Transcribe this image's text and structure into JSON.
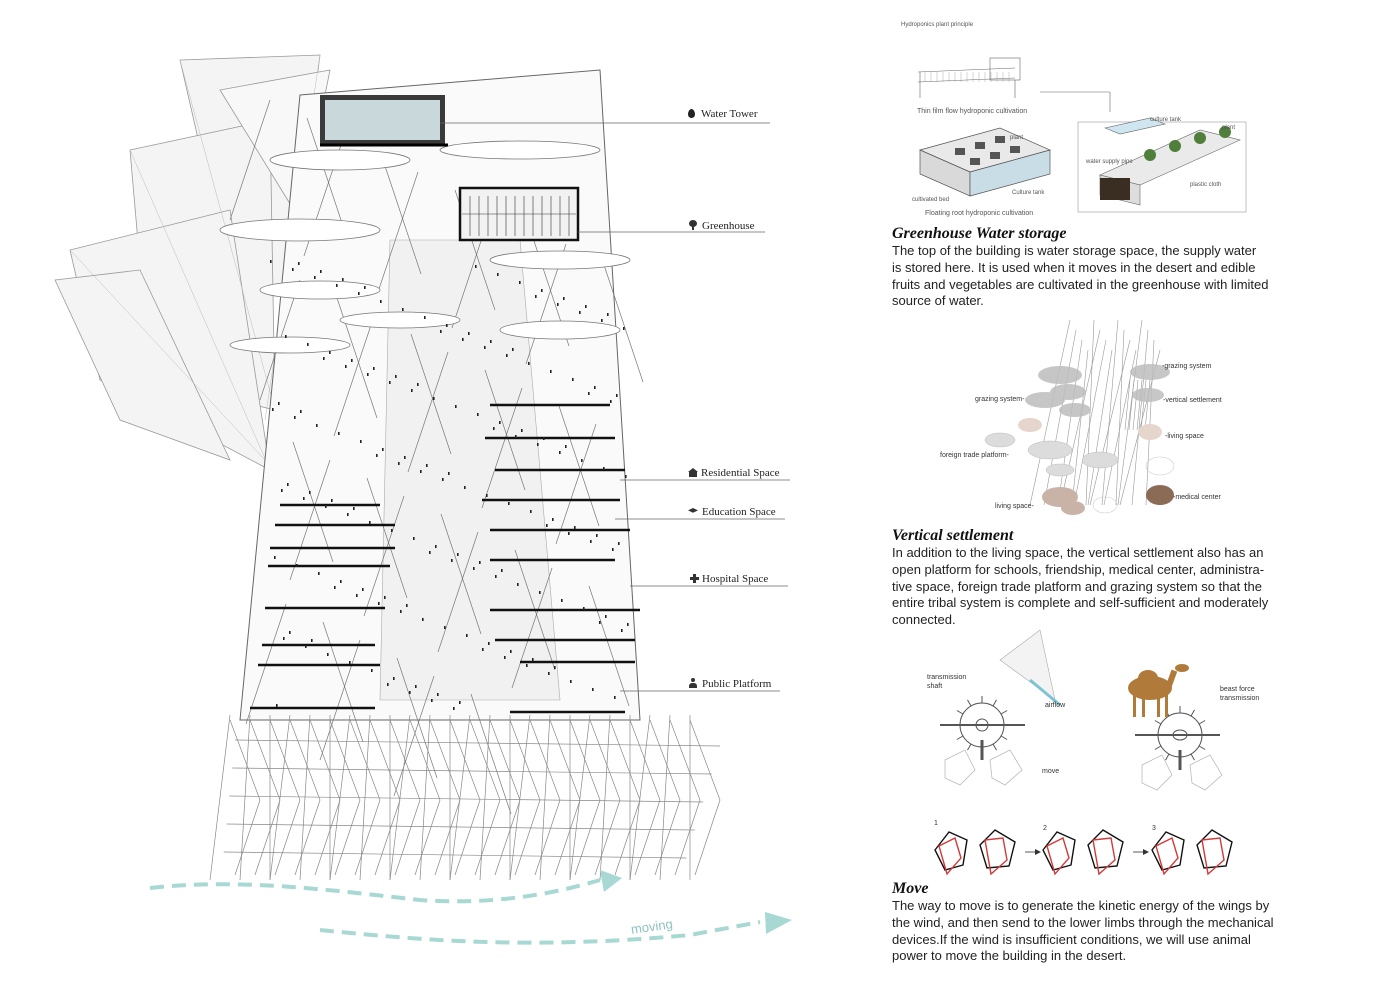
{
  "tower_labels": {
    "water_tower": "Water Tower",
    "greenhouse": "Greenhouse",
    "residential": "Residential Space",
    "education": "Education Space",
    "hospital": "Hospital Space",
    "public_platform": "Public Platform"
  },
  "moving_label": "moving",
  "hydroponics": {
    "title": "Hydroponics plant principle",
    "thin_film_caption": "Thin film flow hydroponic cultivation",
    "floating_root_caption": "Floating root hydroponic cultivation",
    "plant_label": "plant",
    "culture_tank_label": "Culture tank",
    "cultivated_bed_label": "cultivated bed",
    "culture_tank_label_2": "culture tank",
    "water_supply_pipe_label": "water supply pipe",
    "plant_label_2": "plant",
    "plastic_cloth_label": "plastic cloth"
  },
  "greenhouse_section": {
    "title": "Greenhouse  Water storage",
    "lines": [
      "The top of the building is water storage space, the supply water",
      "is stored here. It is used when it moves in the desert and edible",
      "fruits and vegetables are cultivated in the greenhouse with limited",
      "source of water."
    ]
  },
  "settlement_diagram": {
    "grazing_system_right": "-grazing system",
    "grazing_system_left": "grazing system-",
    "vertical_settlement": "-vertical settlement",
    "living_space_right": "-living space",
    "foreign_trade": "foreign trade platform-",
    "medical_center": "-medical center",
    "living_space_left": "living space-"
  },
  "vertical_section": {
    "title": "Vertical settlement",
    "lines": [
      "In addition to the living space, the vertical settlement also has an",
      "open platform for schools, friendship, medical center, administra-",
      "tive  space, foreign trade platform and  grazing system so that the",
      "entire  tribal system is complete and self-sufficient and moderately",
      "connected."
    ]
  },
  "mechanism": {
    "transmission_shaft_1": "transmission",
    "transmission_shaft_2": "shaft",
    "airflow": "airflow",
    "move": "move",
    "beast_1": "beast force",
    "beast_2": "transmission",
    "step_1": "1",
    "step_2": "2",
    "step_3": "3"
  },
  "move_section": {
    "title": "Move",
    "lines": [
      "The way to move is to generate the kinetic energy of the wings by",
      "the wind, and then send to the lower limbs through the mechanical",
      "devices.If the wind is insufficient conditions, we will use animal",
      "power to move the building in the desert."
    ]
  },
  "colors": {
    "accent_red": "#d23a3a",
    "teal_arrow": "#a8d8d4",
    "structure_line": "#555555",
    "floor_slab": "#111111",
    "glass": "#cfdcdd"
  },
  "icons": [
    "water-drop-icon",
    "tree-icon",
    "house-icon",
    "graduation-cap-icon",
    "cross-icon",
    "person-icon"
  ]
}
